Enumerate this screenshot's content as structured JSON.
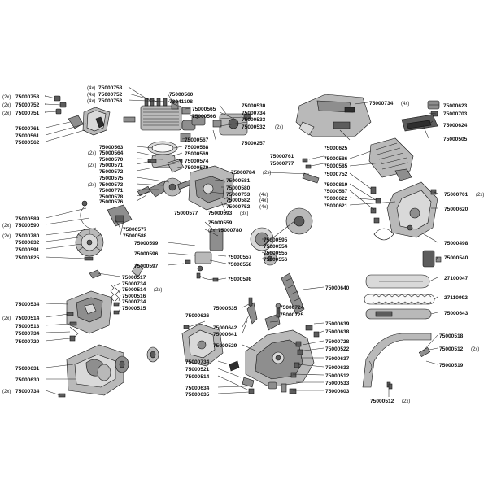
{
  "callouts": [
    {
      "id": "c1",
      "qty": "(2x)",
      "part": "75000753"
    },
    {
      "id": "c2",
      "qty": "(2x)",
      "part": "75000752"
    },
    {
      "id": "c3",
      "qty": "(2x)",
      "part": "75000751"
    },
    {
      "id": "c4",
      "qty": "",
      "part": "75000761"
    },
    {
      "id": "c5",
      "qty": "",
      "part": "75000561"
    },
    {
      "id": "c6",
      "qty": "",
      "part": "75000562"
    },
    {
      "id": "c7",
      "qty": "(4x)",
      "part": "75000758"
    },
    {
      "id": "c8",
      "qty": "(4x)",
      "part": "75000752"
    },
    {
      "id": "c9",
      "qty": "(4x)",
      "part": "75000753"
    },
    {
      "id": "c10",
      "qty": "",
      "part": "75000560"
    },
    {
      "id": "c11",
      "qty": "",
      "part": "73041108"
    },
    {
      "id": "c12",
      "qty": "",
      "part": "75000565"
    },
    {
      "id": "c13",
      "qty": "",
      "part": "75000566"
    },
    {
      "id": "c14",
      "qty": "",
      "part": "75000530"
    },
    {
      "id": "c15",
      "qty": "",
      "part": "75000734"
    },
    {
      "id": "c16",
      "qty": "",
      "part": "75000533"
    },
    {
      "id": "c17",
      "qty": "(2x)",
      "part": "75000532"
    },
    {
      "id": "c18",
      "qty": "(4x)",
      "part": "75000734"
    },
    {
      "id": "c19",
      "qty": "",
      "part": "75000623"
    },
    {
      "id": "c20",
      "qty": "",
      "part": "75000703"
    },
    {
      "id": "c21",
      "qty": "",
      "part": "75000624"
    },
    {
      "id": "c22",
      "qty": "",
      "part": "75000505"
    },
    {
      "id": "c23",
      "qty": "",
      "part": "75000625"
    },
    {
      "id": "c24",
      "qty": "",
      "part": "75000567"
    },
    {
      "id": "c25",
      "qty": "",
      "part": "75000568"
    },
    {
      "id": "c26",
      "qty": "",
      "part": "75000569"
    },
    {
      "id": "c27",
      "qty": "",
      "part": "75000574"
    },
    {
      "id": "c28",
      "qty": "",
      "part": "75000579"
    },
    {
      "id": "c29",
      "qty": "",
      "part": "75000257"
    },
    {
      "id": "c30",
      "qty": "",
      "part": "75000563"
    },
    {
      "id": "c31",
      "qty": "(2x)",
      "part": "75000564"
    },
    {
      "id": "c32",
      "qty": "",
      "part": "75000570"
    },
    {
      "id": "c33",
      "qty": "(2x)",
      "part": "75000571"
    },
    {
      "id": "c34",
      "qty": "",
      "part": "75000572"
    },
    {
      "id": "c35",
      "qty": "",
      "part": "75000575"
    },
    {
      "id": "c36",
      "qty": "(2x)",
      "part": "75000573"
    },
    {
      "id": "c37",
      "qty": "",
      "part": "75000771"
    },
    {
      "id": "c38",
      "qty": "",
      "part": "75000578"
    },
    {
      "id": "c39",
      "qty": "",
      "part": "75000576"
    },
    {
      "id": "c40",
      "qty": "",
      "part": "75000761"
    },
    {
      "id": "c41",
      "qty": "",
      "part": "75000777"
    },
    {
      "id": "c42",
      "qty": "",
      "part": "75000784"
    },
    {
      "id": "c43",
      "qty": "(2x)",
      "part": ""
    },
    {
      "id": "c44",
      "qty": "",
      "part": "75000581"
    },
    {
      "id": "c45",
      "qty": "",
      "part": "75000580"
    },
    {
      "id": "c46",
      "qty": "(4x)",
      "part": "75000753"
    },
    {
      "id": "c47",
      "qty": "(4x)",
      "part": "75000582"
    },
    {
      "id": "c48",
      "qty": "(4x)",
      "part": "75000752"
    },
    {
      "id": "c49",
      "qty": "",
      "part": "75000586"
    },
    {
      "id": "c50",
      "qty": "",
      "part": "75000585"
    },
    {
      "id": "c51",
      "qty": "",
      "part": "75000752"
    },
    {
      "id": "c52",
      "qty": "",
      "part": "75000819"
    },
    {
      "id": "c53",
      "qty": "",
      "part": "75000587"
    },
    {
      "id": "c54",
      "qty": "",
      "part": "75000622"
    },
    {
      "id": "c55",
      "qty": "",
      "part": "75000621"
    },
    {
      "id": "c56",
      "qty": "(2x)",
      "part": "75000701"
    },
    {
      "id": "c57",
      "qty": "",
      "part": "75000620"
    },
    {
      "id": "c58",
      "qty": "",
      "part": "75000577"
    },
    {
      "id": "c59",
      "qty": "(3x)",
      "part": "75000593"
    },
    {
      "id": "c60",
      "qty": "",
      "part": "75000589"
    },
    {
      "id": "c61",
      "qty": "(2x)",
      "part": "75000590"
    },
    {
      "id": "c62",
      "qty": "(2x)",
      "part": "75000780"
    },
    {
      "id": "c63",
      "qty": "",
      "part": "75000832"
    },
    {
      "id": "c64",
      "qty": "",
      "part": "75000591"
    },
    {
      "id": "c65",
      "qty": "",
      "part": "75000825"
    },
    {
      "id": "c66",
      "qty": "",
      "part": "75000577"
    },
    {
      "id": "c67",
      "qty": "",
      "part": "75000588"
    },
    {
      "id": "c68",
      "qty": "",
      "part": "75000559"
    },
    {
      "id": "c69",
      "qty": "(2x)",
      "part": "75000780"
    },
    {
      "id": "c70",
      "qty": "",
      "part": "75000599"
    },
    {
      "id": "c71",
      "qty": "",
      "part": "75000596"
    },
    {
      "id": "c72",
      "qty": "",
      "part": "75000597"
    },
    {
      "id": "c73",
      "qty": "",
      "part": "75000557"
    },
    {
      "id": "c74",
      "qty": "",
      "part": "75000558"
    },
    {
      "id": "c75",
      "qty": "",
      "part": "75000598"
    },
    {
      "id": "c76",
      "qty": "",
      "part": "75000595"
    },
    {
      "id": "c77",
      "qty": "",
      "part": "75000554"
    },
    {
      "id": "c78",
      "qty": "",
      "part": "75000555"
    },
    {
      "id": "c79",
      "qty": "",
      "part": "75000556"
    },
    {
      "id": "c80",
      "qty": "",
      "part": "75000498"
    },
    {
      "id": "c81",
      "qty": "",
      "part": "75000540"
    },
    {
      "id": "c82",
      "qty": "",
      "part": "75000517"
    },
    {
      "id": "c83",
      "qty": "",
      "part": "75000734"
    },
    {
      "id": "c84",
      "qty": "(2x)",
      "part": "75000514"
    },
    {
      "id": "c85",
      "qty": "",
      "part": "75000516"
    },
    {
      "id": "c86",
      "qty": "",
      "part": "75000734"
    },
    {
      "id": "c87",
      "qty": "",
      "part": "75000515"
    },
    {
      "id": "c88",
      "qty": "",
      "part": "75000534"
    },
    {
      "id": "c89",
      "qty": "",
      "part": "75000640"
    },
    {
      "id": "c90",
      "qty": "",
      "part": "27100047"
    },
    {
      "id": "c91",
      "qty": "",
      "part": "27110992"
    },
    {
      "id": "c92",
      "qty": "",
      "part": "75000643"
    },
    {
      "id": "c93",
      "qty": "(2x)",
      "part": "75000514"
    },
    {
      "id": "c94",
      "qty": "",
      "part": "75000513"
    },
    {
      "id": "c95",
      "qty": "",
      "part": "75000734"
    },
    {
      "id": "c96",
      "qty": "",
      "part": "75000720"
    },
    {
      "id": "c97",
      "qty": "",
      "part": "75000626"
    },
    {
      "id": "c98",
      "qty": "",
      "part": "75000535"
    },
    {
      "id": "c99",
      "qty": "",
      "part": "75000724"
    },
    {
      "id": "c100",
      "qty": "",
      "part": "75000725"
    },
    {
      "id": "c101",
      "qty": "",
      "part": "75000642"
    },
    {
      "id": "c102",
      "qty": "",
      "part": "75000641"
    },
    {
      "id": "c103",
      "qty": "",
      "part": "75000639"
    },
    {
      "id": "c104",
      "qty": "",
      "part": "75000638"
    },
    {
      "id": "c105",
      "qty": "",
      "part": "75000529"
    },
    {
      "id": "c106",
      "qty": "",
      "part": "75000728"
    },
    {
      "id": "c107",
      "qty": "",
      "part": "75000522"
    },
    {
      "id": "c108",
      "qty": "",
      "part": "75000637"
    },
    {
      "id": "c109",
      "qty": "",
      "part": "75000518"
    },
    {
      "id": "c110",
      "qty": "(2x)",
      "part": "75000512"
    },
    {
      "id": "c111",
      "qty": "",
      "part": "75000519"
    },
    {
      "id": "c112",
      "qty": "",
      "part": "75000631"
    },
    {
      "id": "c113",
      "qty": "",
      "part": "75000734"
    },
    {
      "id": "c114",
      "qty": "",
      "part": "75000521"
    },
    {
      "id": "c115",
      "qty": "",
      "part": "75000633"
    },
    {
      "id": "c116",
      "qty": "",
      "part": "75000514"
    },
    {
      "id": "c117",
      "qty": "",
      "part": "75000512"
    },
    {
      "id": "c118",
      "qty": "",
      "part": "75000533"
    },
    {
      "id": "c119",
      "qty": "",
      "part": "75000630"
    },
    {
      "id": "c120",
      "qty": "",
      "part": "75000634"
    },
    {
      "id": "c121",
      "qty": "",
      "part": "75000635"
    },
    {
      "id": "c122",
      "qty": "",
      "part": "75000603"
    },
    {
      "id": "c123",
      "qty": "(2x)",
      "part": "75000734"
    },
    {
      "id": "c124",
      "qty": "(2x)",
      "part": "75000512"
    }
  ]
}
